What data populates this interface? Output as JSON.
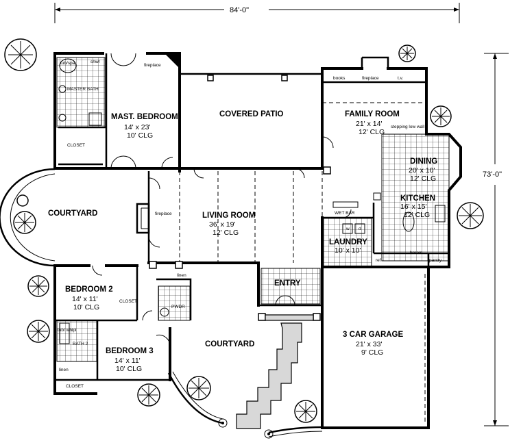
{
  "dimensions": {
    "width": "84'-0\"",
    "depth": "73'-0\""
  },
  "rooms": {
    "master_bedroom": {
      "name": "MAST. BEDROOM",
      "size": "14' x 23'",
      "ceiling": "10' CLG"
    },
    "covered_patio": {
      "name": "COVERED PATIO"
    },
    "family_room": {
      "name": "FAMILY ROOM",
      "size": "21' x 14'",
      "ceiling": "12' CLG"
    },
    "dining": {
      "name": "DINING",
      "size": "20' x 10'",
      "ceiling": "12' CLG"
    },
    "kitchen": {
      "name": "KITCHEN",
      "size": "16' x 15'",
      "ceiling": "12' CLG"
    },
    "courtyard_west": {
      "name": "COURTYARD"
    },
    "living_room": {
      "name": "LIVING ROOM",
      "size": "36' x 19'",
      "ceiling": "12' CLG"
    },
    "laundry": {
      "name": "LAUNDRY",
      "size": "10' x 10'"
    },
    "bedroom2": {
      "name": "BEDROOM 2",
      "size": "14' x 11'",
      "ceiling": "10' CLG"
    },
    "entry": {
      "name": "ENTRY"
    },
    "bedroom3": {
      "name": "BEDROOM 3",
      "size": "14' x 11'",
      "ceiling": "10' CLG"
    },
    "courtyard_front": {
      "name": "COURTYARD"
    },
    "garage": {
      "name": "3 CAR GARAGE",
      "size": "21' x 33'",
      "ceiling": "9' CLG"
    }
  },
  "small_labels": {
    "master_bath": "MASTER BATH",
    "closet_master": "CLOSET",
    "tub_spa": "tub/spa",
    "shwr": "shwr",
    "fireplace_master": "fireplace",
    "books": "books",
    "fireplace_family": "fireplace",
    "tv": "t.v.",
    "stepping_low_wall": "stepping low wall",
    "fireplace_living": "fireplace",
    "wet_bar": "WET BAR",
    "closet_bed2": "CLOSET",
    "linen_hall": "linen",
    "pwdr": "PWDR",
    "whirlpool": "tub/ whlpl",
    "bath2": "BATH 2",
    "linen_bath": "linen",
    "closet_bed3": "CLOSET",
    "ref": "ref",
    "pantry": "pantry",
    "broom": "broom",
    "w": "w",
    "d": "d"
  }
}
